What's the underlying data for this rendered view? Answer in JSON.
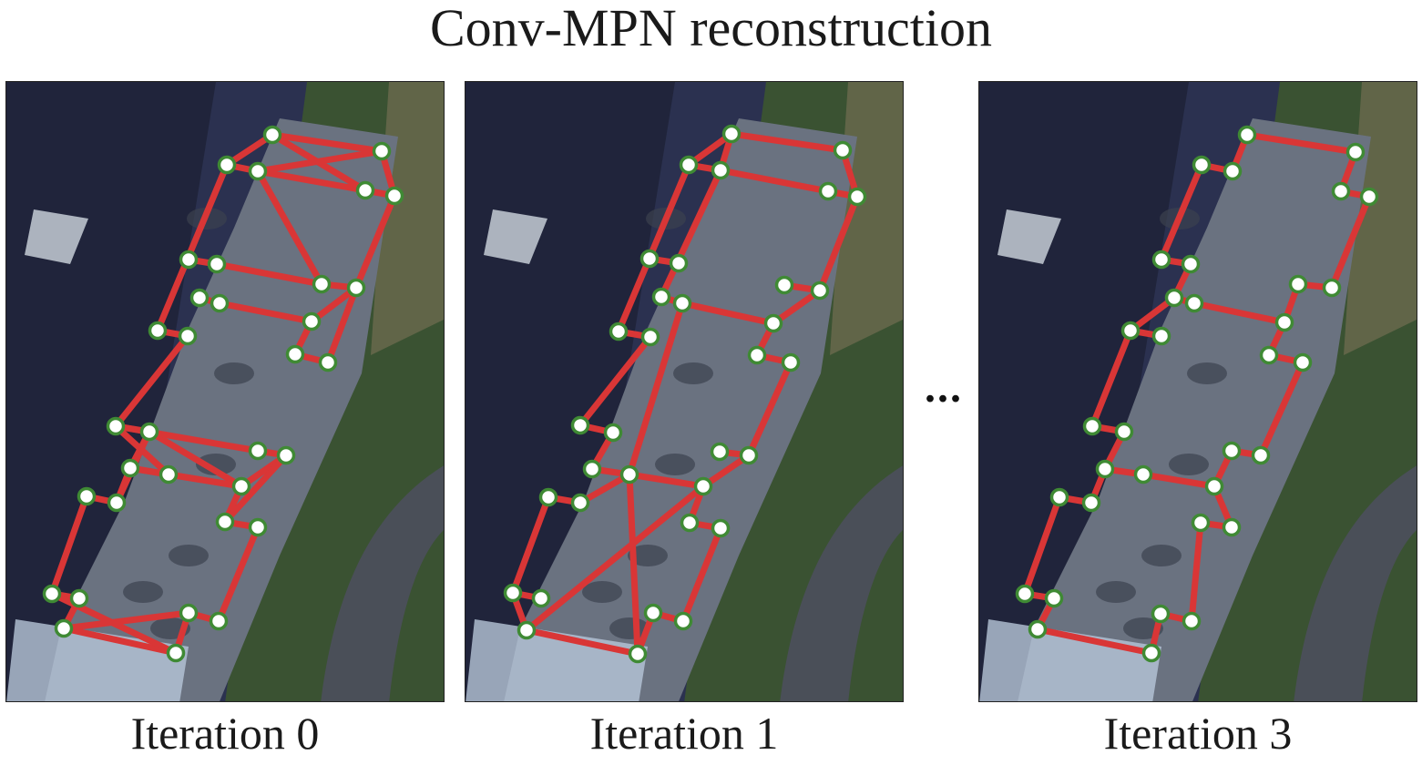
{
  "title": "Conv-MPN reconstruction",
  "ellipsis": "...",
  "colors": {
    "edge": "#d93636",
    "corner_fill": "#ffffff",
    "corner_stroke": "#3f8a34",
    "roof": "#6a7280",
    "shadow": "#1f2438",
    "grass": "#3a5232",
    "road": "#4a4f58"
  },
  "panels": [
    {
      "id": "iter0",
      "caption": "Iteration 0"
    },
    {
      "id": "iter1",
      "caption": "Iteration 1"
    },
    {
      "id": "iter3",
      "caption": "Iteration 3"
    }
  ]
}
